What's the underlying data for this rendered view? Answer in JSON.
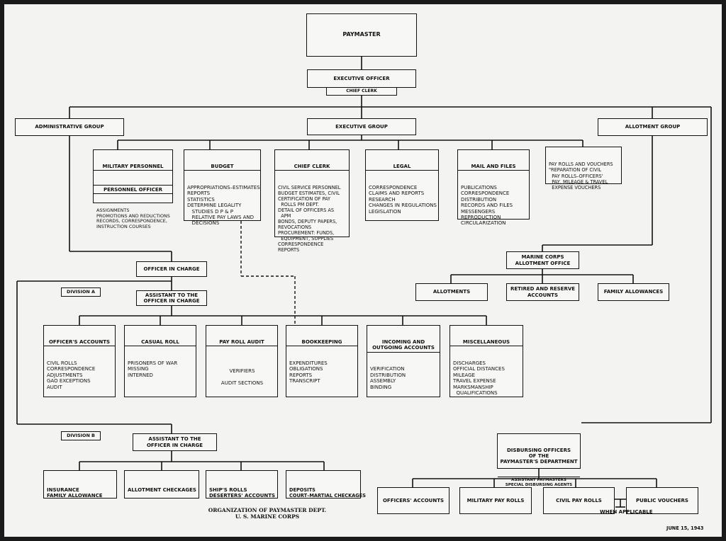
{
  "title": {
    "line1": "ORGANIZATION OF PAYMASTER DEPT.",
    "line2": "U. S. MARINE CORPS"
  },
  "date": "JUNE 15, 1943",
  "paymaster": "PAYMASTER",
  "executive_officer": "EXECUTIVE OFFICER",
  "chief_clerk_small": "CHIEF CLERK",
  "administrative_group": "ADMINISTRATIVE GROUP",
  "executive_group": "EXECUTIVE GROUP",
  "allotment_group": "ALLOTMENT GROUP",
  "military_personnel": {
    "title": "MILITARY PERSONNEL",
    "sub": "PERSONNEL OFFICER",
    "items": "ASSIGNMENTS\nPROMOTIONS AND REDUCTIONS\nRECORDS, CORRESPONDENCE,\nINSTRUCTION COURSES"
  },
  "budget": {
    "title": "BUDGET",
    "items": "APPROPRIATIONS–ESTIMATES\nREPORTS\nSTATISTICS\nDETERMINE LEGALITY\n   STUDIES D P & P\n   RELATIVE PAY LAWS AND\n   DECISIONS"
  },
  "chief_clerk": {
    "title": "CHIEF CLERK",
    "items": "CIVIL SERVICE PERSONNEL\nBUDGET ESTIMATES, CIVIL\nCERTIFICATION OF PAY\n  ROLLS PM DEPT.\nDETAIL OF OFFICERS AS\n  APM\nBONDS, DEPUTY PAPERS,\nREVOCATIONS\nPROCUREMENT: FUNDS,\n  EQUIPMENT, SUPPLIES\nCORRESPONDENCE\nREPORTS"
  },
  "legal": {
    "title": "LEGAL",
    "items": "CORRESPONDENCE\nCLAIMS AND REPORTS\nRESEARCH\nCHANGES IN REGULATIONS\nLEGISLATION"
  },
  "mail_files": {
    "title": "MAIL AND FILES",
    "items": "PUBLICATIONS\nCORRESPONDENCE\nDISTRIBUTION\nRECORDS AND FILES\nMESSENGERS\nREPRODUCTION\nCIRCULARIZATION"
  },
  "pay_rolls_vouchers": "PAY ROLLS AND VOUCHERS\n\"REPARATION OF CIVIL\n  PAY ROLLS–OFFICERS'\n  PAY, MILEAGE & TRAVEL\n  EXPENSE VOUCHERS",
  "officer_in_charge": "OFFICER IN CHARGE",
  "division_a": "DIVISION A",
  "assistant_a": "ASSISTANT TO THE\nOFFICER IN CHARGE",
  "officers_accounts_a": {
    "title": "OFFICER'S ACCOUNTS",
    "items": "CIVIL ROLLS\nCORRESPONDENCE\nADJUSTMENTS\nGAO EXCEPTIONS\nAUDIT"
  },
  "casual_roll": {
    "title": "CASUAL ROLL",
    "items": "PRISONERS OF WAR\nMISSING\nINTERNED"
  },
  "pay_roll_audit": {
    "title": "PAY ROLL AUDIT",
    "items": "VERIFIERS\n\nAUDIT SECTIONS"
  },
  "bookkeeping": {
    "title": "BOOKKEEPING",
    "items": "EXPENDITURES\nOBLIGATIONS\nREPORTS\nTRANSCRIPT"
  },
  "incoming_outgoing": {
    "title": "INCOMING AND\nOUTGOING ACCOUNTS",
    "items": "VERIFICATION\nDISTRIBUTION\nASSEMBLY\nBINDING"
  },
  "miscellaneous": {
    "title": "MISCELLANEOUS",
    "items": "DISCHARGES\nOFFICIAL DISTANCES\nMILEAGE\nTRAVEL EXPENSE\nMARKSMANSHIP\n  QUALIFICATIONS"
  },
  "division_b": "DIVISION B",
  "assistant_b": "ASSISTANT TO THE\nOFFICER IN CHARGE",
  "insurance": "INSURANCE\nFAMILY ALLOWANCE",
  "allotment_checkages": "ALLOTMENT CHECKAGES",
  "ships_rolls": "SHIP'S ROLLS\nDESERTERS' ACCOUNTS",
  "deposits": "DEPOSITS\nCOURT–MARTIAL CHECKAGES",
  "marine_corps_allotment": "MARINE CORPS\nALLOTMENT OFFICE",
  "allotments": "ALLOTMENTS",
  "retired_reserve": "RETIRED AND RESERVE\nACCOUNTS",
  "family_allowances": "FAMILY ALLOWANCES",
  "disbursing_officers": {
    "title": "DISBURSING OFFICERS\nOF THE\nPAYMASTER'S DEPARTMENT",
    "sub": "ASSISTANT PAYMASTERS\nSPECIAL DISBURSING AGENTS"
  },
  "officers_accounts_b": "OFFICERS' ACCOUNTS",
  "military_pay_rolls": "MILITARY PAY ROLLS",
  "civil_pay_rolls": "CIVIL PAY ROLLS",
  "public_vouchers": "PUBLIC VOUCHERS",
  "when_applicable": "WHEN APPLICABLE"
}
